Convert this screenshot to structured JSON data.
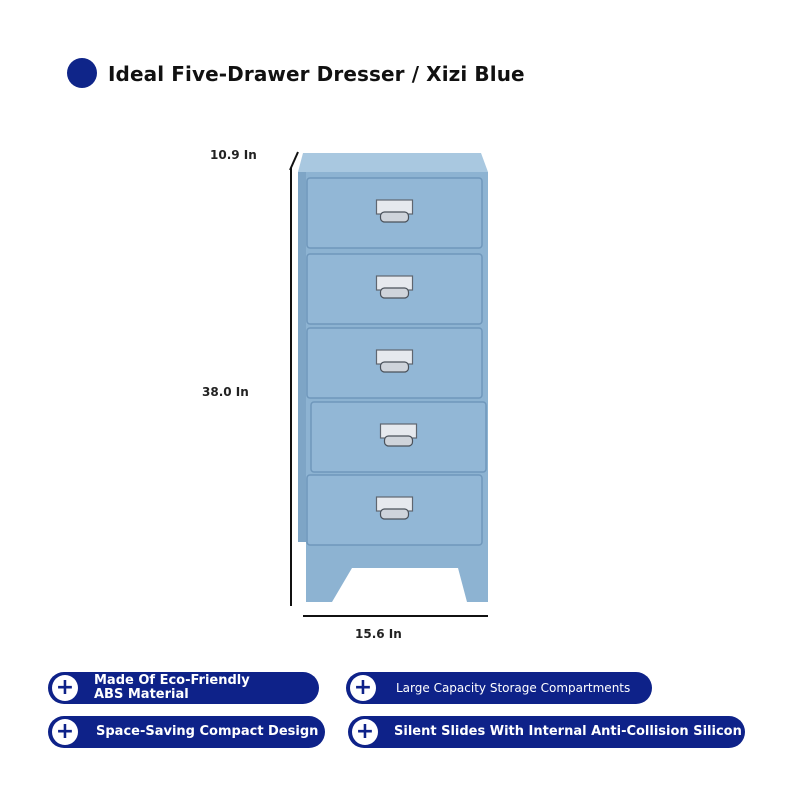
{
  "header": {
    "title": "Ideal Five-Drawer Dresser / Xizi Blue"
  },
  "dimensions": {
    "depth": "10.9 In",
    "height": "38.0 In",
    "width": "15.6 In"
  },
  "product": {
    "color_name": "Xizi Blue",
    "body_color": "#8fb4d2",
    "drawer_count": 5,
    "handle": "chrome-label-pull-handle"
  },
  "features": [
    {
      "label": "Made Of Eco-Friendly ABS Material",
      "icon": "plus-icon"
    },
    {
      "label": "Large Capacity Storage Compartments",
      "icon": "plus-icon"
    },
    {
      "label": "Space-Saving Compact Design",
      "icon": "plus-icon"
    },
    {
      "label": "Silent Slides With Internal Anti-Collision Silicone Pads",
      "icon": "plus-icon"
    }
  ],
  "colors": {
    "accent": "#0e2289",
    "text": "#111111"
  }
}
